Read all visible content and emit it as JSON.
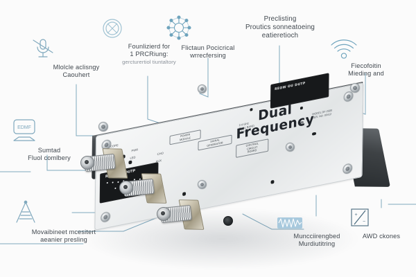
{
  "meta": {
    "background_color": "#fbfbfb",
    "accent_color": "#6f9fb5",
    "line_color": "#7fa8bd",
    "caption_color": "#41484f",
    "subcaption_color": "#8a9199"
  },
  "device": {
    "brand_line_1": "Dual",
    "brand_line_2": "Frequency",
    "brand_mark": "®",
    "panel_text": "REOW OU DUTP",
    "spec_block": "2.4 GHz\nDUAL BAND\n5.8 GHz",
    "micro_labels": [
      "SCOPE",
      "GND",
      "PWR",
      "LED",
      "CHO",
      "AUX"
    ],
    "box_labels": [
      {
        "line1": "POWER",
        "line2": "MODULE"
      },
      {
        "line1": "SIGNAL",
        "line2": "GENERATOR"
      },
      {
        "line1": "CONTROL",
        "line2": "CIRCUIT",
        "line3": "BOARD"
      }
    ],
    "right_side_text": "MODEL DF-2580\nSER. NO. 00412",
    "connector_count": 3,
    "connector_type": "SMA"
  },
  "callouts": [
    {
      "id": "microphone-mute",
      "icon": "microphone-slash-icon",
      "caption_lines": [
        "Mlolcle aclisngy",
        "Caouhert"
      ],
      "sub_lines": []
    },
    {
      "id": "prohibited",
      "icon": "prohibited-circle-icon",
      "caption_lines": [
        "Founlizierd for",
        "1 PRCRiung:"
      ],
      "sub_lines": [
        "gercturertiol tiuntaltory"
      ]
    },
    {
      "id": "network-hub",
      "icon": "network-hub-icon",
      "caption_lines": [
        "Flictaun Pocicrical",
        "wrrecfersing"
      ],
      "sub_lines": []
    },
    {
      "id": "precision",
      "icon": "none",
      "caption_lines": [
        "Preclisting",
        "Proutics sonneatoeing",
        "eatieretioch"
      ],
      "sub_lines": []
    },
    {
      "id": "wireless",
      "icon": "wifi-icon",
      "caption_lines": [
        "Fiecofoitin",
        "Mieding and"
      ],
      "sub_lines": []
    },
    {
      "id": "display",
      "icon": "monitor-icon",
      "icon_text": "EDMF",
      "caption_lines": [
        "Sumtad",
        "Fluol comlbery"
      ],
      "sub_lines": []
    },
    {
      "id": "antenna",
      "icon": "antenna-icon",
      "caption_lines": [
        "Movaibineet mcesitert",
        "aeanier presling"
      ],
      "sub_lines": []
    },
    {
      "id": "waveform",
      "icon": "waveform-icon",
      "caption_lines": [
        "Muncciirengbed",
        "Murdiutitring"
      ],
      "sub_lines": []
    },
    {
      "id": "adc",
      "icon": "plus-minus-divider-icon",
      "icon_glyph_left": "+",
      "icon_glyph_right": "−",
      "caption_lines": [
        "AWD ckones"
      ],
      "sub_lines": []
    }
  ]
}
